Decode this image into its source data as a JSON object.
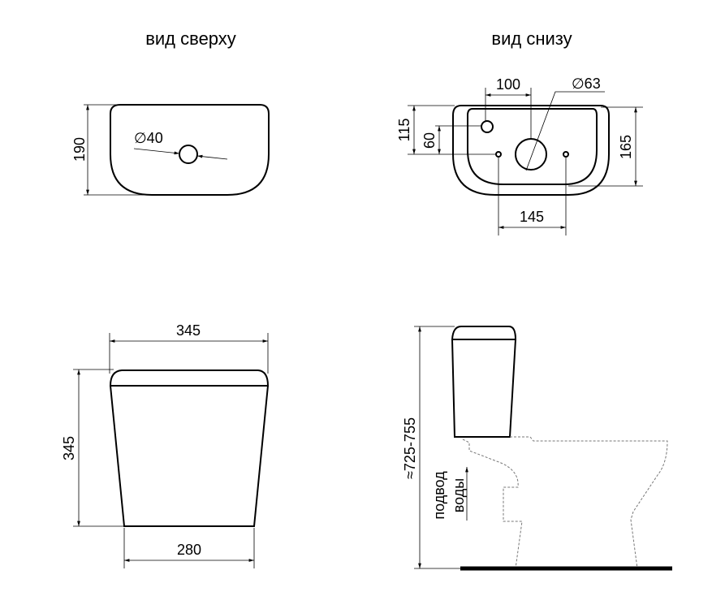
{
  "titles": {
    "top_view": "вид сверху",
    "bottom_view": "вид снизу"
  },
  "top_view": {
    "depth": "190",
    "hole_diameter": "∅40"
  },
  "bottom_view": {
    "hole_offset": "100",
    "outlet_diameter": "∅63",
    "depth_to_holes": "115",
    "inlet_offset": "60",
    "depth": "165",
    "bolt_spacing": "145"
  },
  "front_view": {
    "top_width": "345",
    "height": "345",
    "bottom_width": "280"
  },
  "side_view": {
    "total_height": "≈725-755",
    "water_inlet_line1": "подвод",
    "water_inlet_line2": "воды"
  }
}
